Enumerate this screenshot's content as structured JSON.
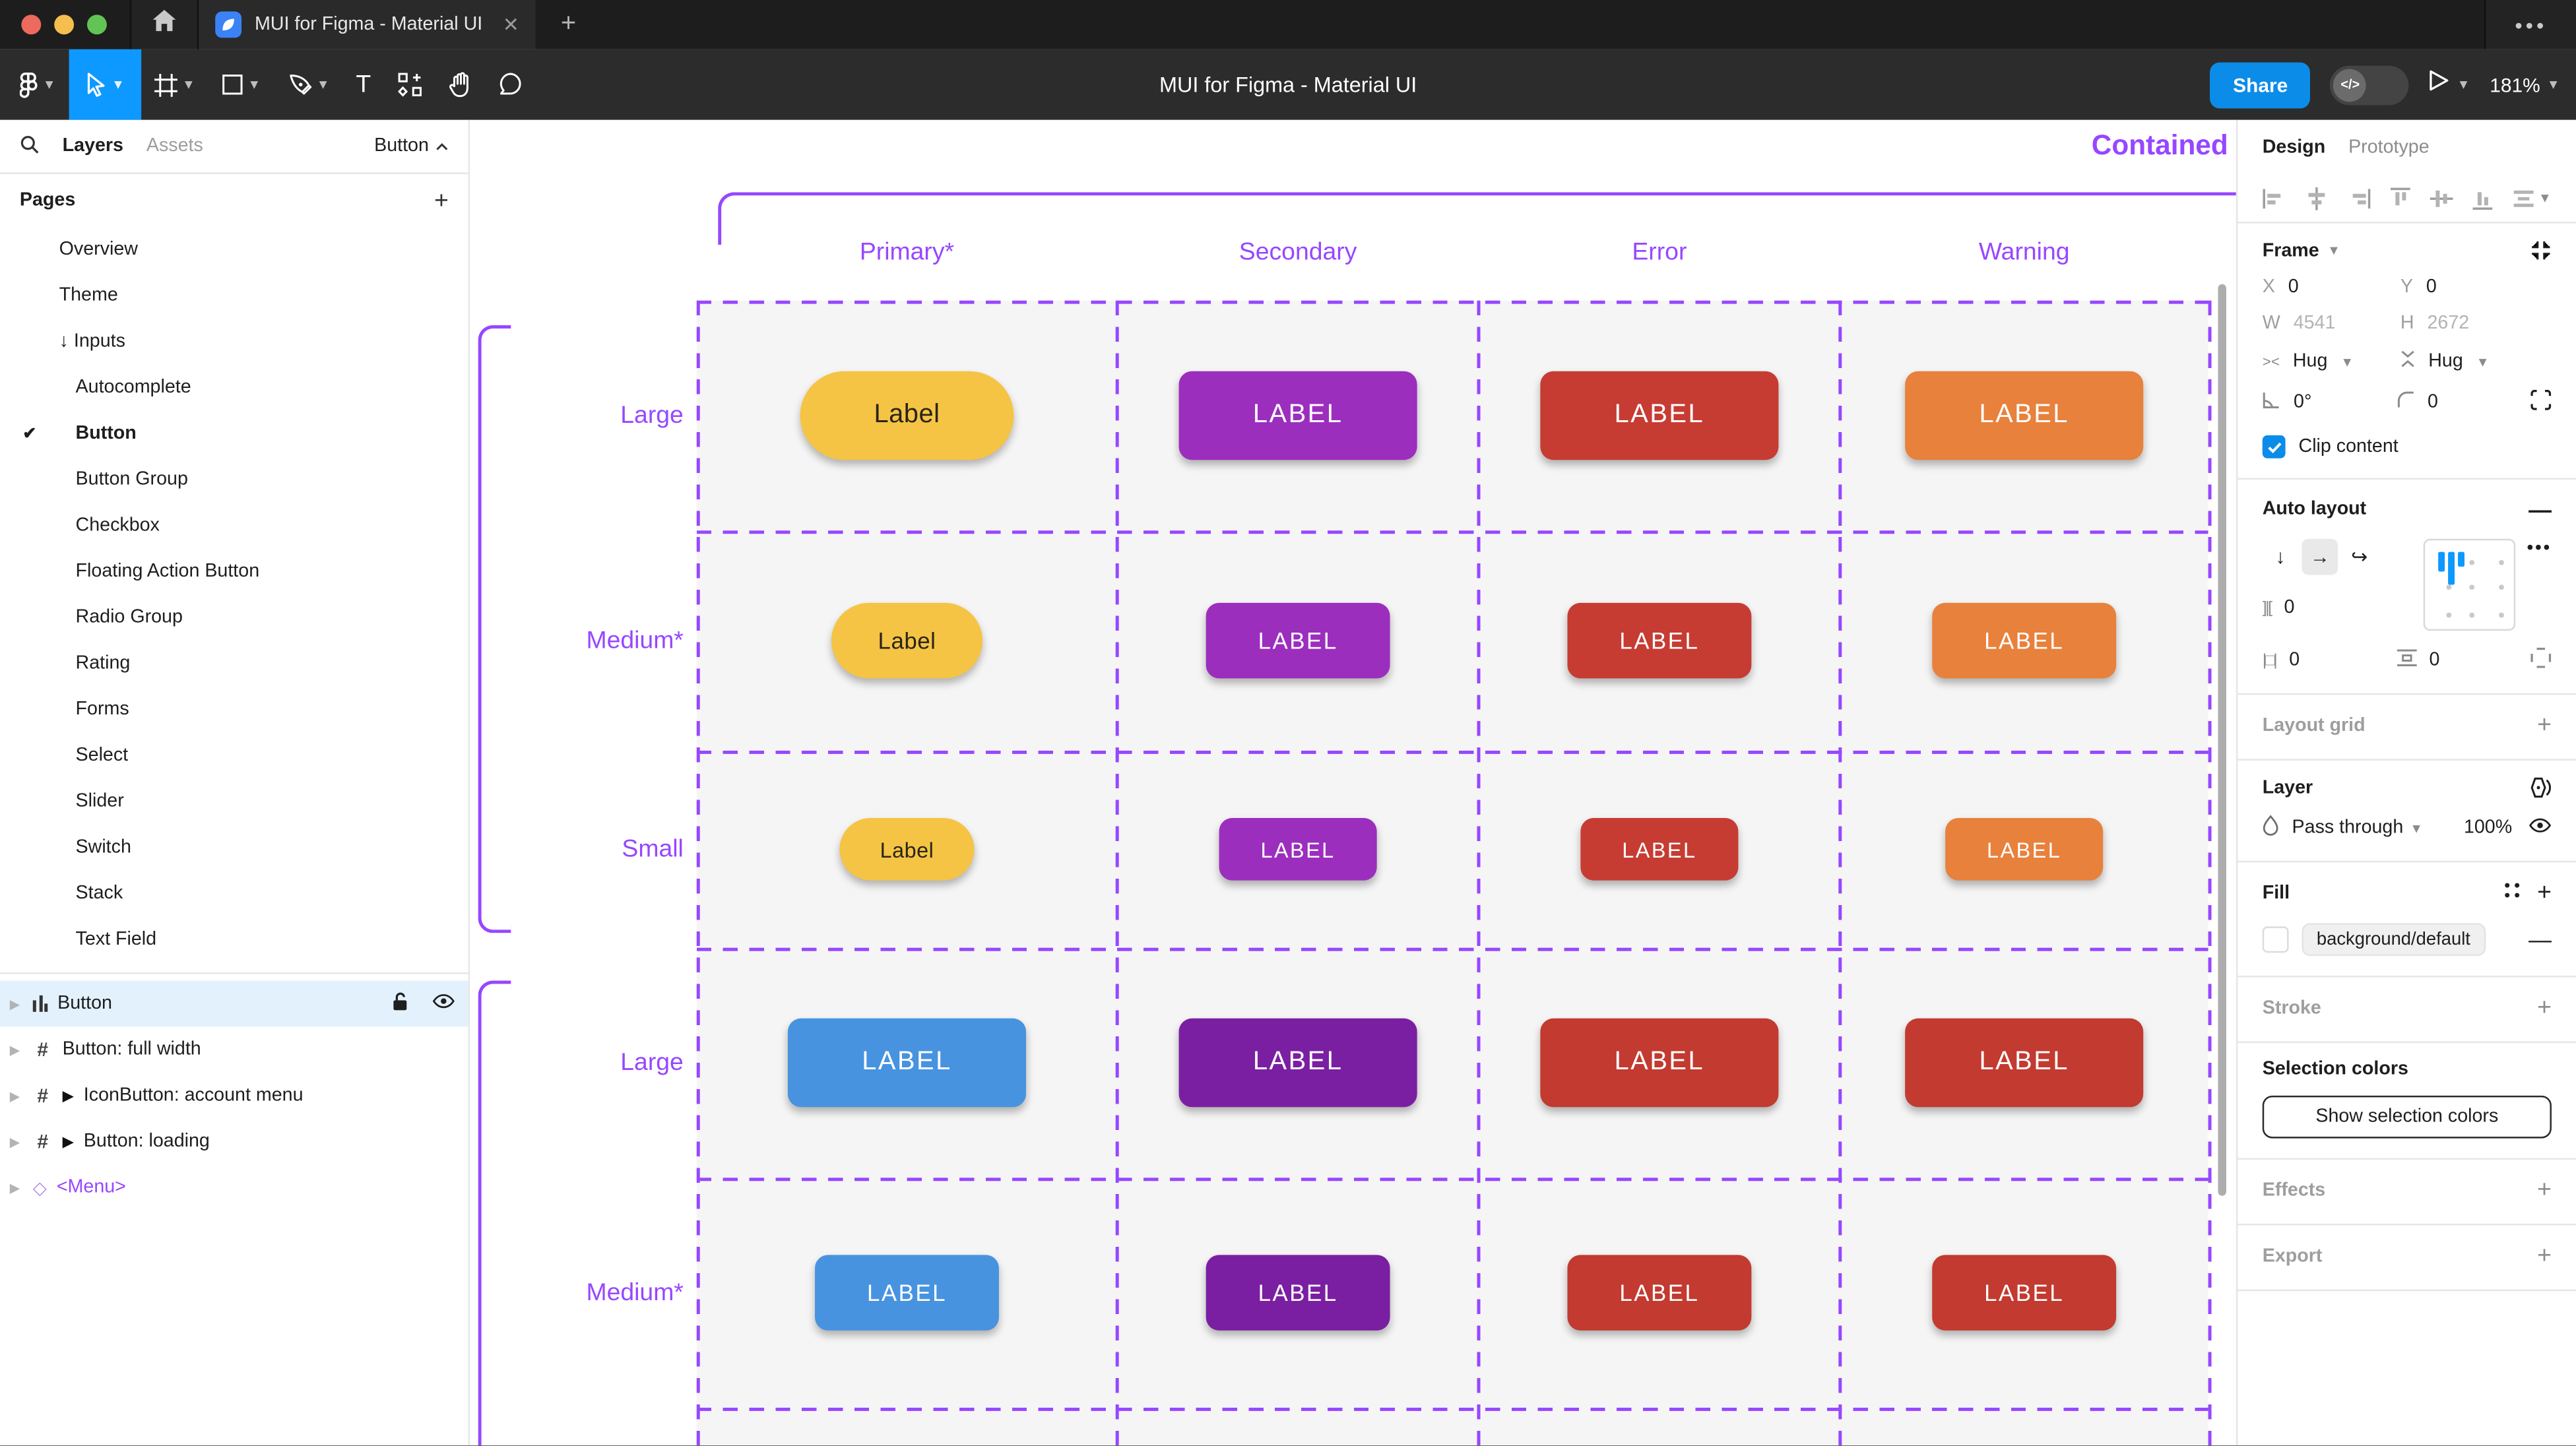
{
  "window": {
    "tab_title": "MUI for Figma - Material UI",
    "tab_close": "✕",
    "new_tab": "+",
    "window_menu": "•••"
  },
  "toolbar": {
    "title": "MUI for Figma - Material UI",
    "share_label": "Share",
    "dev_toggle_glyph": "</>",
    "zoom_level": "181%"
  },
  "sidebar": {
    "tabs": {
      "layers": "Layers",
      "assets": "Assets"
    },
    "selection_label": "Button",
    "pages_header": "Pages",
    "pages": [
      {
        "label": "Overview",
        "indent": 1
      },
      {
        "label": "Theme",
        "indent": 1
      },
      {
        "label": "Inputs",
        "indent": 1,
        "prefix": "↓"
      },
      {
        "label": "Autocomplete",
        "indent": 2
      },
      {
        "label": "Button",
        "indent": 2,
        "checked": true,
        "bold": true
      },
      {
        "label": "Button Group",
        "indent": 2
      },
      {
        "label": "Checkbox",
        "indent": 2
      },
      {
        "label": "Floating Action Button",
        "indent": 2
      },
      {
        "label": "Radio Group",
        "indent": 2
      },
      {
        "label": "Rating",
        "indent": 2
      },
      {
        "label": "Forms",
        "indent": 2
      },
      {
        "label": "Select",
        "indent": 2
      },
      {
        "label": "Slider",
        "indent": 2
      },
      {
        "label": "Switch",
        "indent": 2
      },
      {
        "label": "Stack",
        "indent": 2
      },
      {
        "label": "Text Field",
        "indent": 2
      }
    ],
    "layers": [
      {
        "name": "Button",
        "icon": "auto-layout",
        "selected": true,
        "trailing": [
          "lock-open",
          "eye"
        ]
      },
      {
        "name": "Button: full width",
        "icon": "frame"
      },
      {
        "name": "IconButton: account menu",
        "icon": "frame",
        "play": true
      },
      {
        "name": "Button: loading",
        "icon": "frame",
        "play": true
      },
      {
        "name": "<Menu>",
        "icon": "component",
        "purple": true
      }
    ]
  },
  "canvas": {
    "section_title": "Contained",
    "columns": [
      "Primary*",
      "Secondary",
      "Error",
      "Warning"
    ],
    "accent": "#9747FF",
    "rows": [
      {
        "label": "Large",
        "size": "large",
        "buttons": [
          {
            "text": "Label",
            "bg": "#F5C445",
            "fg": "#2A2417",
            "pill": true
          },
          {
            "text": "LABEL",
            "bg": "#9C2EBE",
            "fg": "#FFFFFF"
          },
          {
            "text": "LABEL",
            "bg": "#C63C33",
            "fg": "#FFFFFF"
          },
          {
            "text": "LABEL",
            "bg": "#E8813C",
            "fg": "#FFFFFF"
          }
        ]
      },
      {
        "label": "Medium*",
        "size": "medium",
        "buttons": [
          {
            "text": "Label",
            "bg": "#F5C445",
            "fg": "#2A2417",
            "pill": true
          },
          {
            "text": "LABEL",
            "bg": "#9C2EBE",
            "fg": "#FFFFFF"
          },
          {
            "text": "LABEL",
            "bg": "#C63C33",
            "fg": "#FFFFFF"
          },
          {
            "text": "LABEL",
            "bg": "#E8813C",
            "fg": "#FFFFFF"
          }
        ]
      },
      {
        "label": "Small",
        "size": "small",
        "buttons": [
          {
            "text": "Label",
            "bg": "#F5C445",
            "fg": "#2A2417",
            "pill": true
          },
          {
            "text": "LABEL",
            "bg": "#9C2EBE",
            "fg": "#FFFFFF"
          },
          {
            "text": "LABEL",
            "bg": "#C63C33",
            "fg": "#FFFFFF"
          },
          {
            "text": "LABEL",
            "bg": "#E8813C",
            "fg": "#FFFFFF"
          }
        ]
      },
      {
        "label": "Large",
        "size": "large",
        "buttons": [
          {
            "text": "LABEL",
            "bg": "#4793E0",
            "fg": "#FFFFFF"
          },
          {
            "text": "LABEL",
            "bg": "#7B1FA2",
            "fg": "#FFFFFF"
          },
          {
            "text": "LABEL",
            "bg": "#C23A30",
            "fg": "#FFFFFF"
          },
          {
            "text": "LABEL",
            "bg": "#C23A30",
            "fg": "#FFFFFF"
          }
        ]
      },
      {
        "label": "Medium*",
        "size": "medium",
        "buttons": [
          {
            "text": "LABEL",
            "bg": "#4793E0",
            "fg": "#FFFFFF"
          },
          {
            "text": "LABEL",
            "bg": "#7B1FA2",
            "fg": "#FFFFFF"
          },
          {
            "text": "LABEL",
            "bg": "#C23A30",
            "fg": "#FFFFFF"
          },
          {
            "text": "LABEL",
            "bg": "#C23A30",
            "fg": "#FFFFFF"
          }
        ]
      }
    ]
  },
  "inspector": {
    "tabs": {
      "design": "Design",
      "prototype": "Prototype"
    },
    "frame": {
      "header": "Frame",
      "x_label": "X",
      "x_value": "0",
      "y_label": "Y",
      "y_value": "0",
      "w_label": "W",
      "w_value": "4541",
      "h_label": "H",
      "h_value": "2672",
      "hug_h": "Hug",
      "hug_v": "Hug",
      "rotation": "0°",
      "radius": "0",
      "clip_label": "Clip content",
      "clip_checked": true
    },
    "auto_layout": {
      "header": "Auto layout",
      "gap": "0",
      "pad_h": "0",
      "pad_v": "0"
    },
    "layout_grid": {
      "header": "Layout grid"
    },
    "layer": {
      "header": "Layer",
      "blend_mode": "Pass through",
      "opacity": "100%"
    },
    "fill": {
      "header": "Fill",
      "token": "background/default"
    },
    "stroke": {
      "header": "Stroke"
    },
    "selection_colors": {
      "header": "Selection colors",
      "button_label": "Show selection colors"
    },
    "effects": {
      "header": "Effects"
    },
    "export": {
      "header": "Export"
    }
  }
}
